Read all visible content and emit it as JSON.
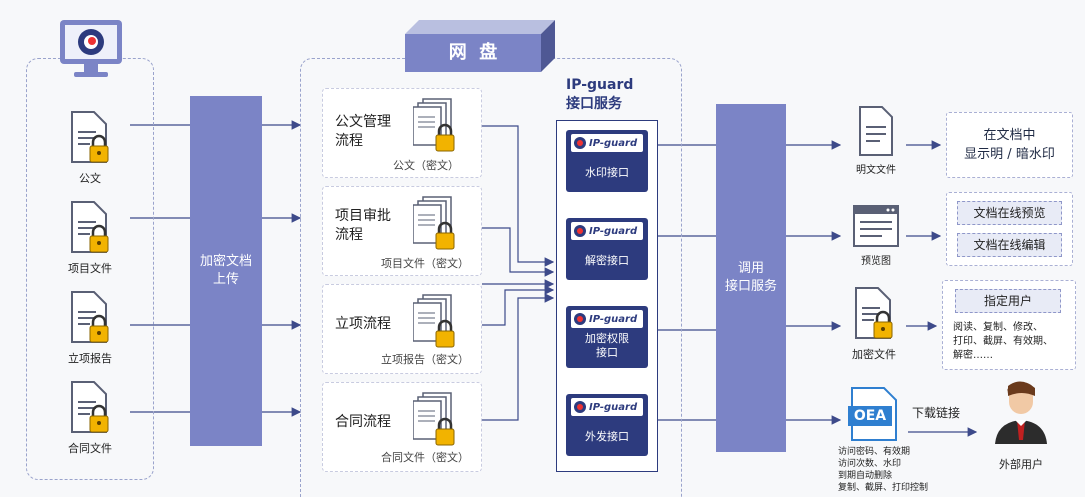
{
  "source_docs": [
    "公文",
    "项目文件",
    "立项报告",
    "合同文件"
  ],
  "upload_bar": "加密文档\n上传",
  "netdisk_title": "网  盘",
  "workflows": [
    {
      "title": "公文管理\n流程",
      "sub": "公文（密文）"
    },
    {
      "title": "项目审批\n流程",
      "sub": "项目文件（密文）"
    },
    {
      "title": "立项流程",
      "sub": "立项报告（密文）"
    },
    {
      "title": "合同流程",
      "sub": "合同文件（密文）"
    }
  ],
  "api_title": "IP-guard\n接口服务",
  "api_logo": "IP-guard",
  "apis": [
    "水印接口",
    "解密接口",
    "加密权限\n接口",
    "外发接口"
  ],
  "call_bar": "调用\n接口服务",
  "outputs": {
    "plain_file": "明文文件",
    "watermark_box": "在文档中\n显示明 / 暗水印",
    "preview_label": "预览图",
    "preview_btn1": "文档在线预览",
    "preview_btn2": "文档在线编辑",
    "encrypted_label": "加密文件",
    "user_btn": "指定用户",
    "perm_text": "阅读、复制、修改、\n打印、截屏、有效期、\n解密……",
    "oea_text": "OEA",
    "oea_desc": "访问密码、有效期\n访问次数、水印\n到期自动删除\n复制、截屏、打印控制",
    "download_link": "下载链接",
    "external_user": "外部用户"
  },
  "colors": {
    "accent": "#7b84c6",
    "dark": "#2d3b7e",
    "arrow": "#3d4a8a"
  }
}
